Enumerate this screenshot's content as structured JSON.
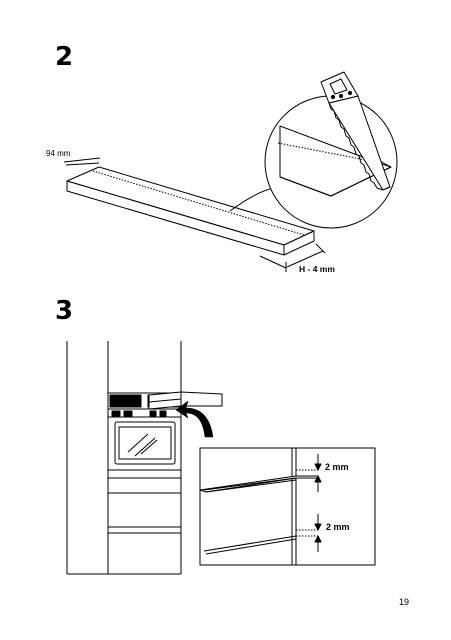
{
  "step2": {
    "number": "2",
    "shelf_depth_label": "94 mm",
    "cut_height_label": "H - 4 mm",
    "detail_icon": "saw-cutting-board-icon"
  },
  "step3": {
    "number": "3",
    "gap_top_label": "2 mm",
    "gap_bottom_label": "2 mm",
    "insert_icon": "curved-arrow-insert-icon",
    "oven_icon": "oven-icon"
  },
  "page": {
    "number": "19"
  }
}
